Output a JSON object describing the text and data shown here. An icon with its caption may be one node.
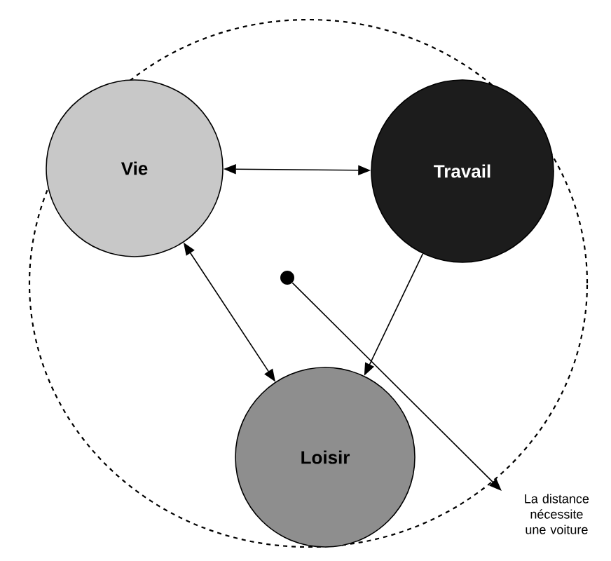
{
  "diagram": {
    "nodes": [
      {
        "text": [],
        "shape": "circle"
      },
      {
        "text": [
          "Vie"
        ],
        "in": 0
      },
      {
        "text": [
          "Travail"
        ],
        "in": 0
      },
      {
        "text": [
          "Loisir"
        ],
        "in": 0
      },
      {
        "text": [],
        "shape": "circle",
        "in": 0
      },
      {
        "text": [
          "La distance nécessite une voiture"
        ]
      }
    ],
    "edges": [
      {
        "from": 2,
        "to": 1,
        "arrow": "both"
      },
      {
        "from": 1,
        "to": 3,
        "arrow": "both"
      },
      {
        "from": 2,
        "to": 3,
        "arrow": "to"
      },
      {
        "from": 4,
        "to": 5,
        "arrow": "to"
      }
    ]
  }
}
